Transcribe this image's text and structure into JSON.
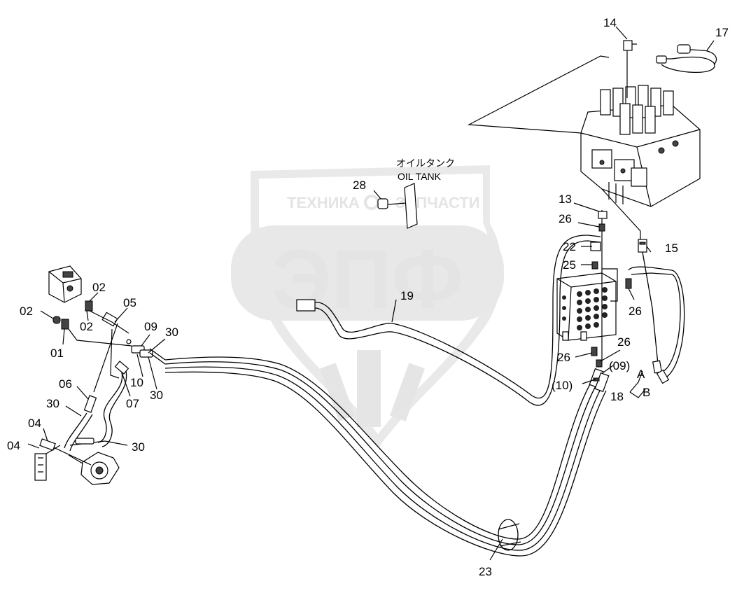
{
  "watermark": {
    "brand_left": "ТЕХНИКА",
    "brand_right": "ЗАПЧАСТИ",
    "logo_letters": "ЭПФ"
  },
  "annotations": {
    "oil_tank_jp": "オイルタンク",
    "oil_tank_en": "OIL TANK"
  },
  "callouts": {
    "p01": "01",
    "p02a": "02",
    "p02b": "02",
    "p02c": "02",
    "p04a": "04",
    "p04b": "04",
    "p05": "05",
    "p06": "06",
    "p07": "07",
    "p09a": "09",
    "p09b": "(09)",
    "p10a": "10",
    "p10b": "(10)",
    "p13": "13",
    "p14": "14",
    "p15": "15",
    "p17": "17",
    "p18": "18",
    "p19": "19",
    "p22": "22",
    "p23": "23",
    "p25": "25",
    "p26a": "26",
    "p26b": "26",
    "p26c": "26",
    "p26d": "26",
    "p28": "28",
    "p30a": "30",
    "p30b": "30",
    "p30c": "30",
    "p30d": "30",
    "portA": "A",
    "portB": "B"
  }
}
